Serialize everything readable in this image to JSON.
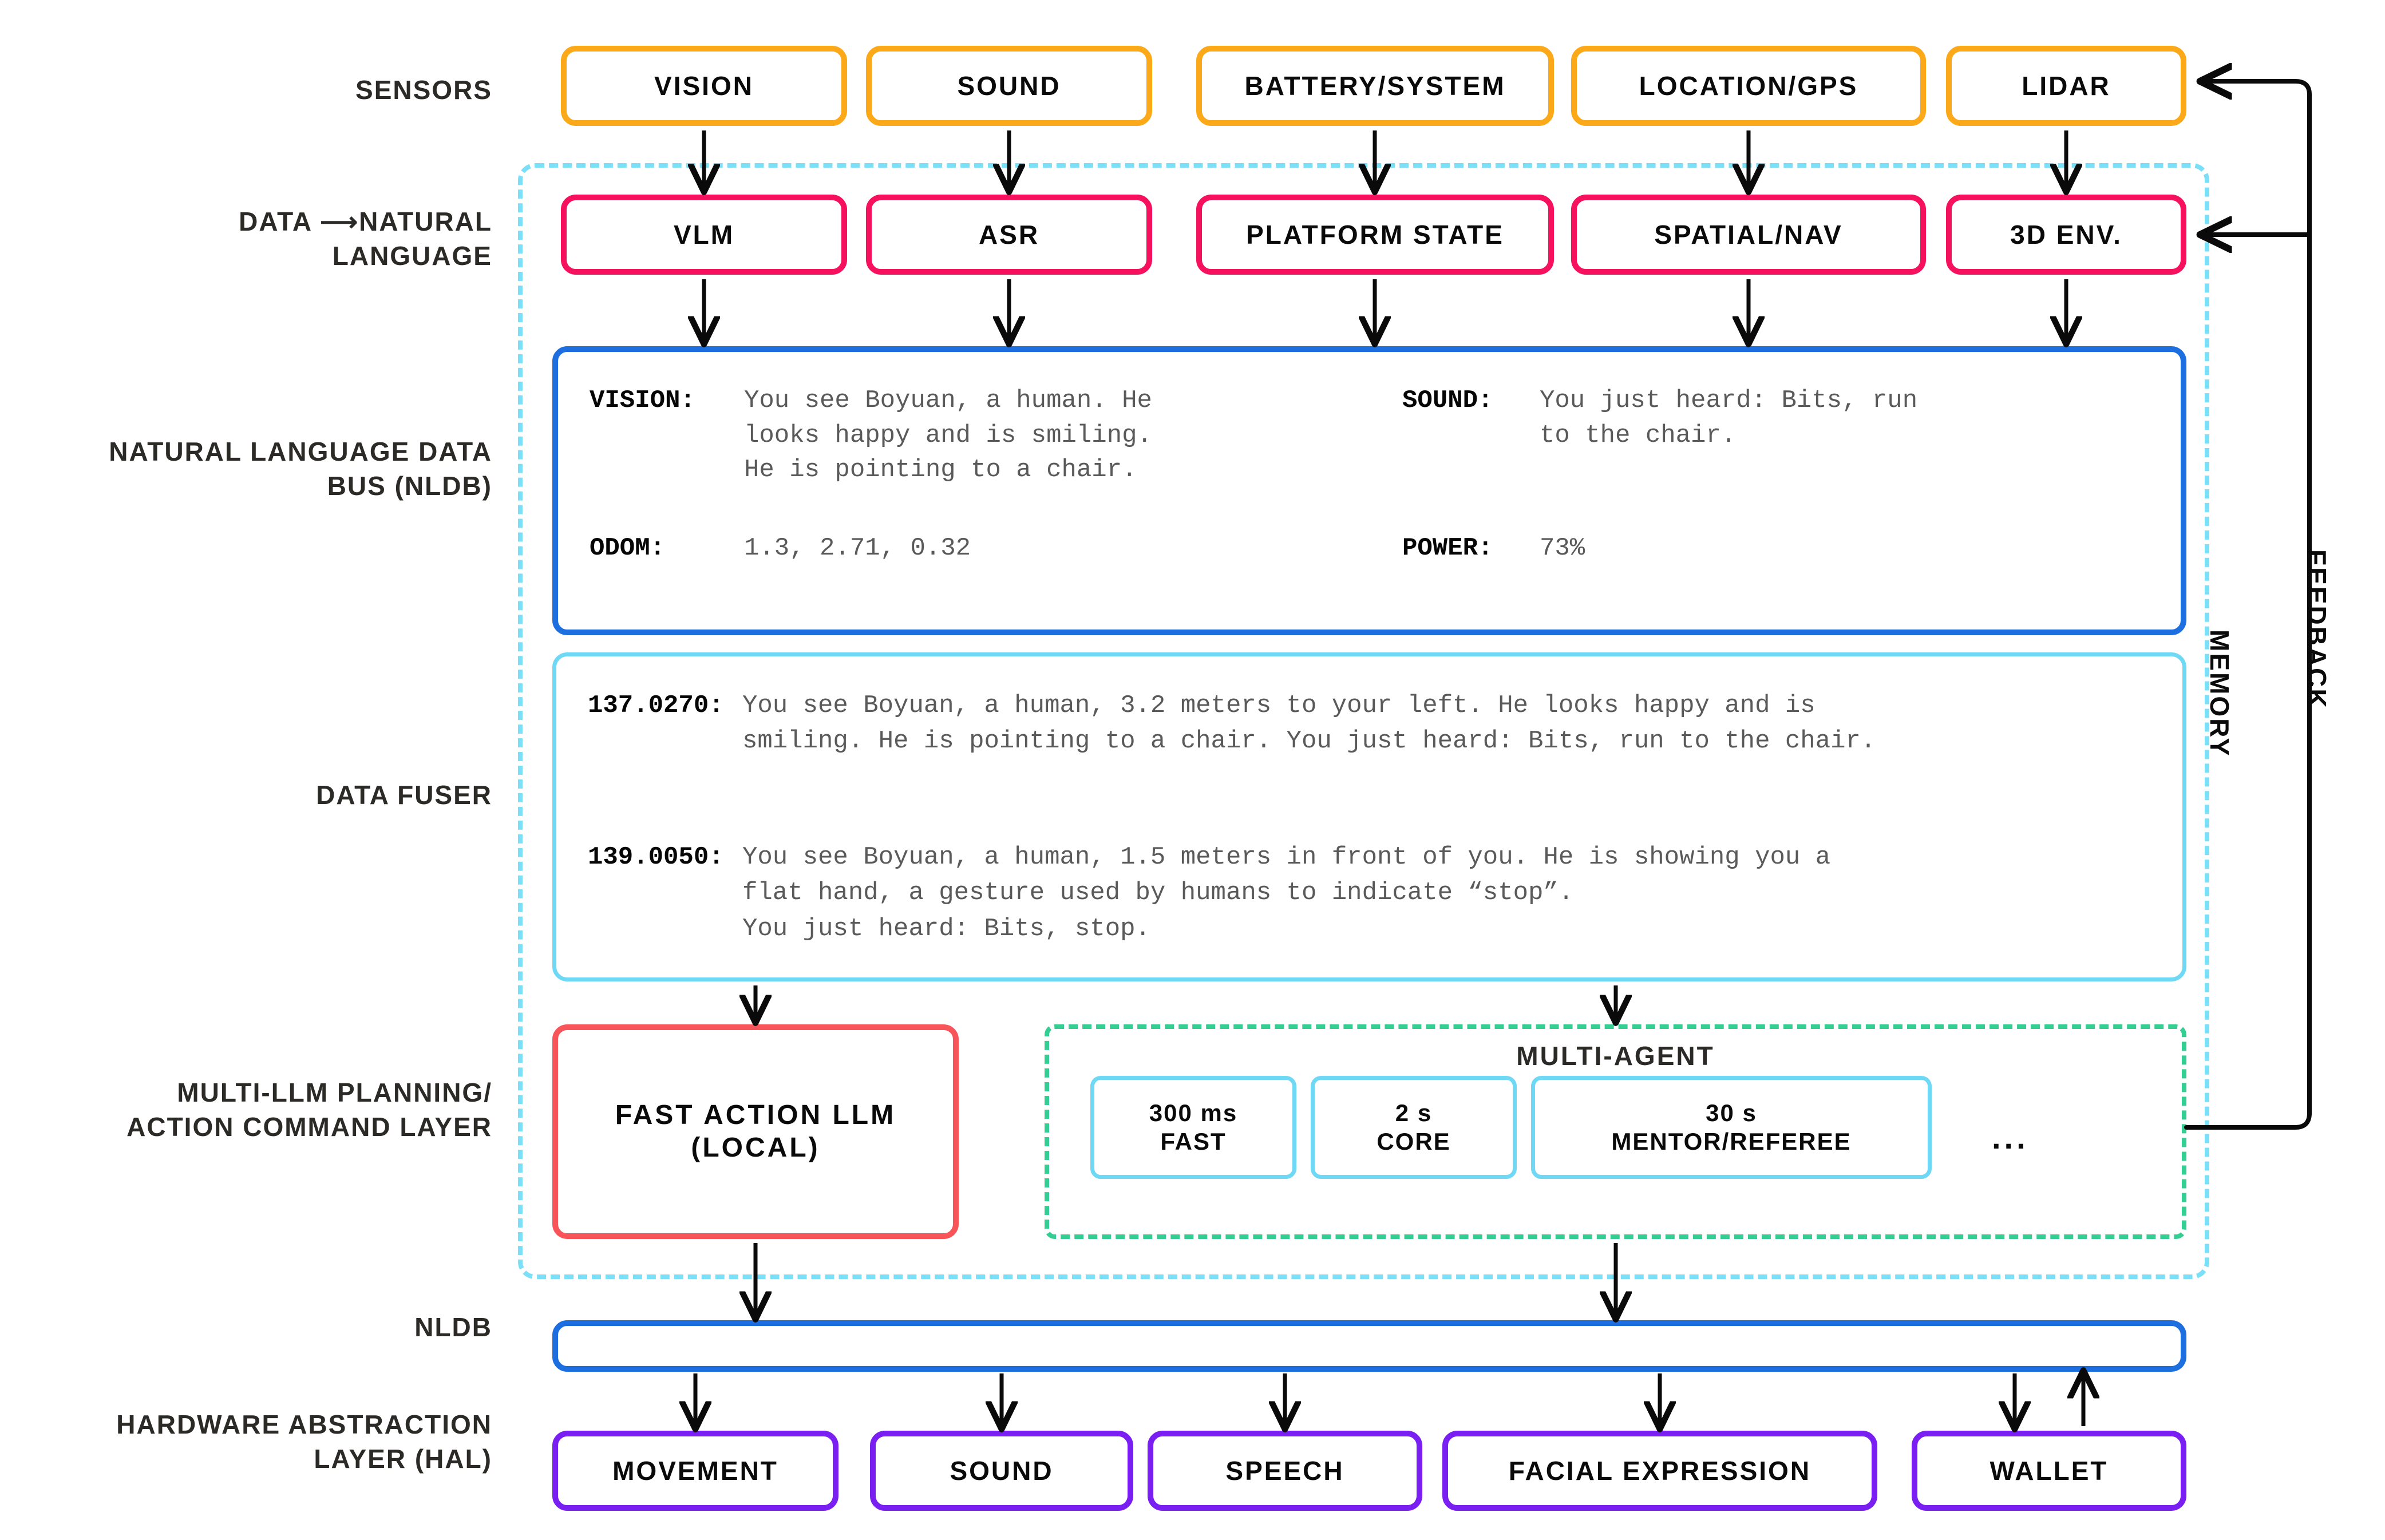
{
  "colors": {
    "orange": "#FBA919",
    "pink": "#F5115E",
    "blue": "#1D6FE0",
    "cyan": "#7BDFF8",
    "cyan2": "#6FD8F5",
    "red": "#F8555A",
    "green": "#34CE93",
    "purple": "#7A1FF2",
    "text_dark": "#0a0a0a",
    "text_gray": "#5a5a5a"
  },
  "row_labels": {
    "sensors": "SENSORS",
    "data_to_nl": "DATA   ⟶NATURAL\nLANGUAGE",
    "nldb": "NATURAL LANGUAGE DATA\nBUS (NLDB)",
    "data_fuser": "DATA FUSER",
    "planning": "MULTI-LLM PLANNING/\nACTION COMMAND LAYER",
    "nldb_short": "NLDB",
    "hal": "HARDWARE ABSTRACTION\nLAYER (HAL)"
  },
  "side_labels": {
    "feedback": "FEEDBACK",
    "memory": "MEMORY"
  },
  "sensors": [
    {
      "label": "VISION"
    },
    {
      "label": "SOUND"
    },
    {
      "label": "BATTERY/SYSTEM"
    },
    {
      "label": "LOCATION/GPS"
    },
    {
      "label": "LIDAR"
    }
  ],
  "nl_converters": [
    {
      "label": "VLM"
    },
    {
      "label": "ASR"
    },
    {
      "label": "PLATFORM STATE"
    },
    {
      "label": "SPATIAL/NAV"
    },
    {
      "label": "3D ENV."
    }
  ],
  "nldb_panel": {
    "entries": [
      {
        "key": "VISION:",
        "value": "You see Boyuan, a human. He\nlooks happy and is smiling.\nHe is pointing to a chair."
      },
      {
        "key": "SOUND:",
        "value": "You just heard: Bits, run\nto the chair."
      },
      {
        "key": "ODOM:",
        "value": "1.3, 2.71, 0.32"
      },
      {
        "key": "POWER:",
        "value": "73%"
      }
    ]
  },
  "data_fuser_panel": {
    "entries": [
      {
        "key": "137.0270:",
        "value": "You see Boyuan, a human, 3.2 meters to your left. He looks happy and is\nsmiling. He is pointing to a chair. You just heard: Bits, run to the chair."
      },
      {
        "key": "139.0050:",
        "value": "You see Boyuan, a human, 1.5 meters in front of you. He is showing you a\nflat hand, a gesture used by humans to indicate “stop”.\nYou just heard: Bits, stop."
      }
    ]
  },
  "fast_action_llm": {
    "line1": "FAST ACTION LLM",
    "line2": "(LOCAL)"
  },
  "multi_agent": {
    "title": "MULTI-AGENT",
    "agents": [
      {
        "time": "300 ms",
        "role": "FAST"
      },
      {
        "time": "2 s",
        "role": "CORE"
      },
      {
        "time": "30 s",
        "role": "MENTOR/REFEREE"
      }
    ],
    "ellipsis": "..."
  },
  "hal_outputs": [
    {
      "label": "MOVEMENT"
    },
    {
      "label": "SOUND"
    },
    {
      "label": "SPEECH"
    },
    {
      "label": "FACIAL EXPRESSION"
    },
    {
      "label": "WALLET"
    }
  ]
}
